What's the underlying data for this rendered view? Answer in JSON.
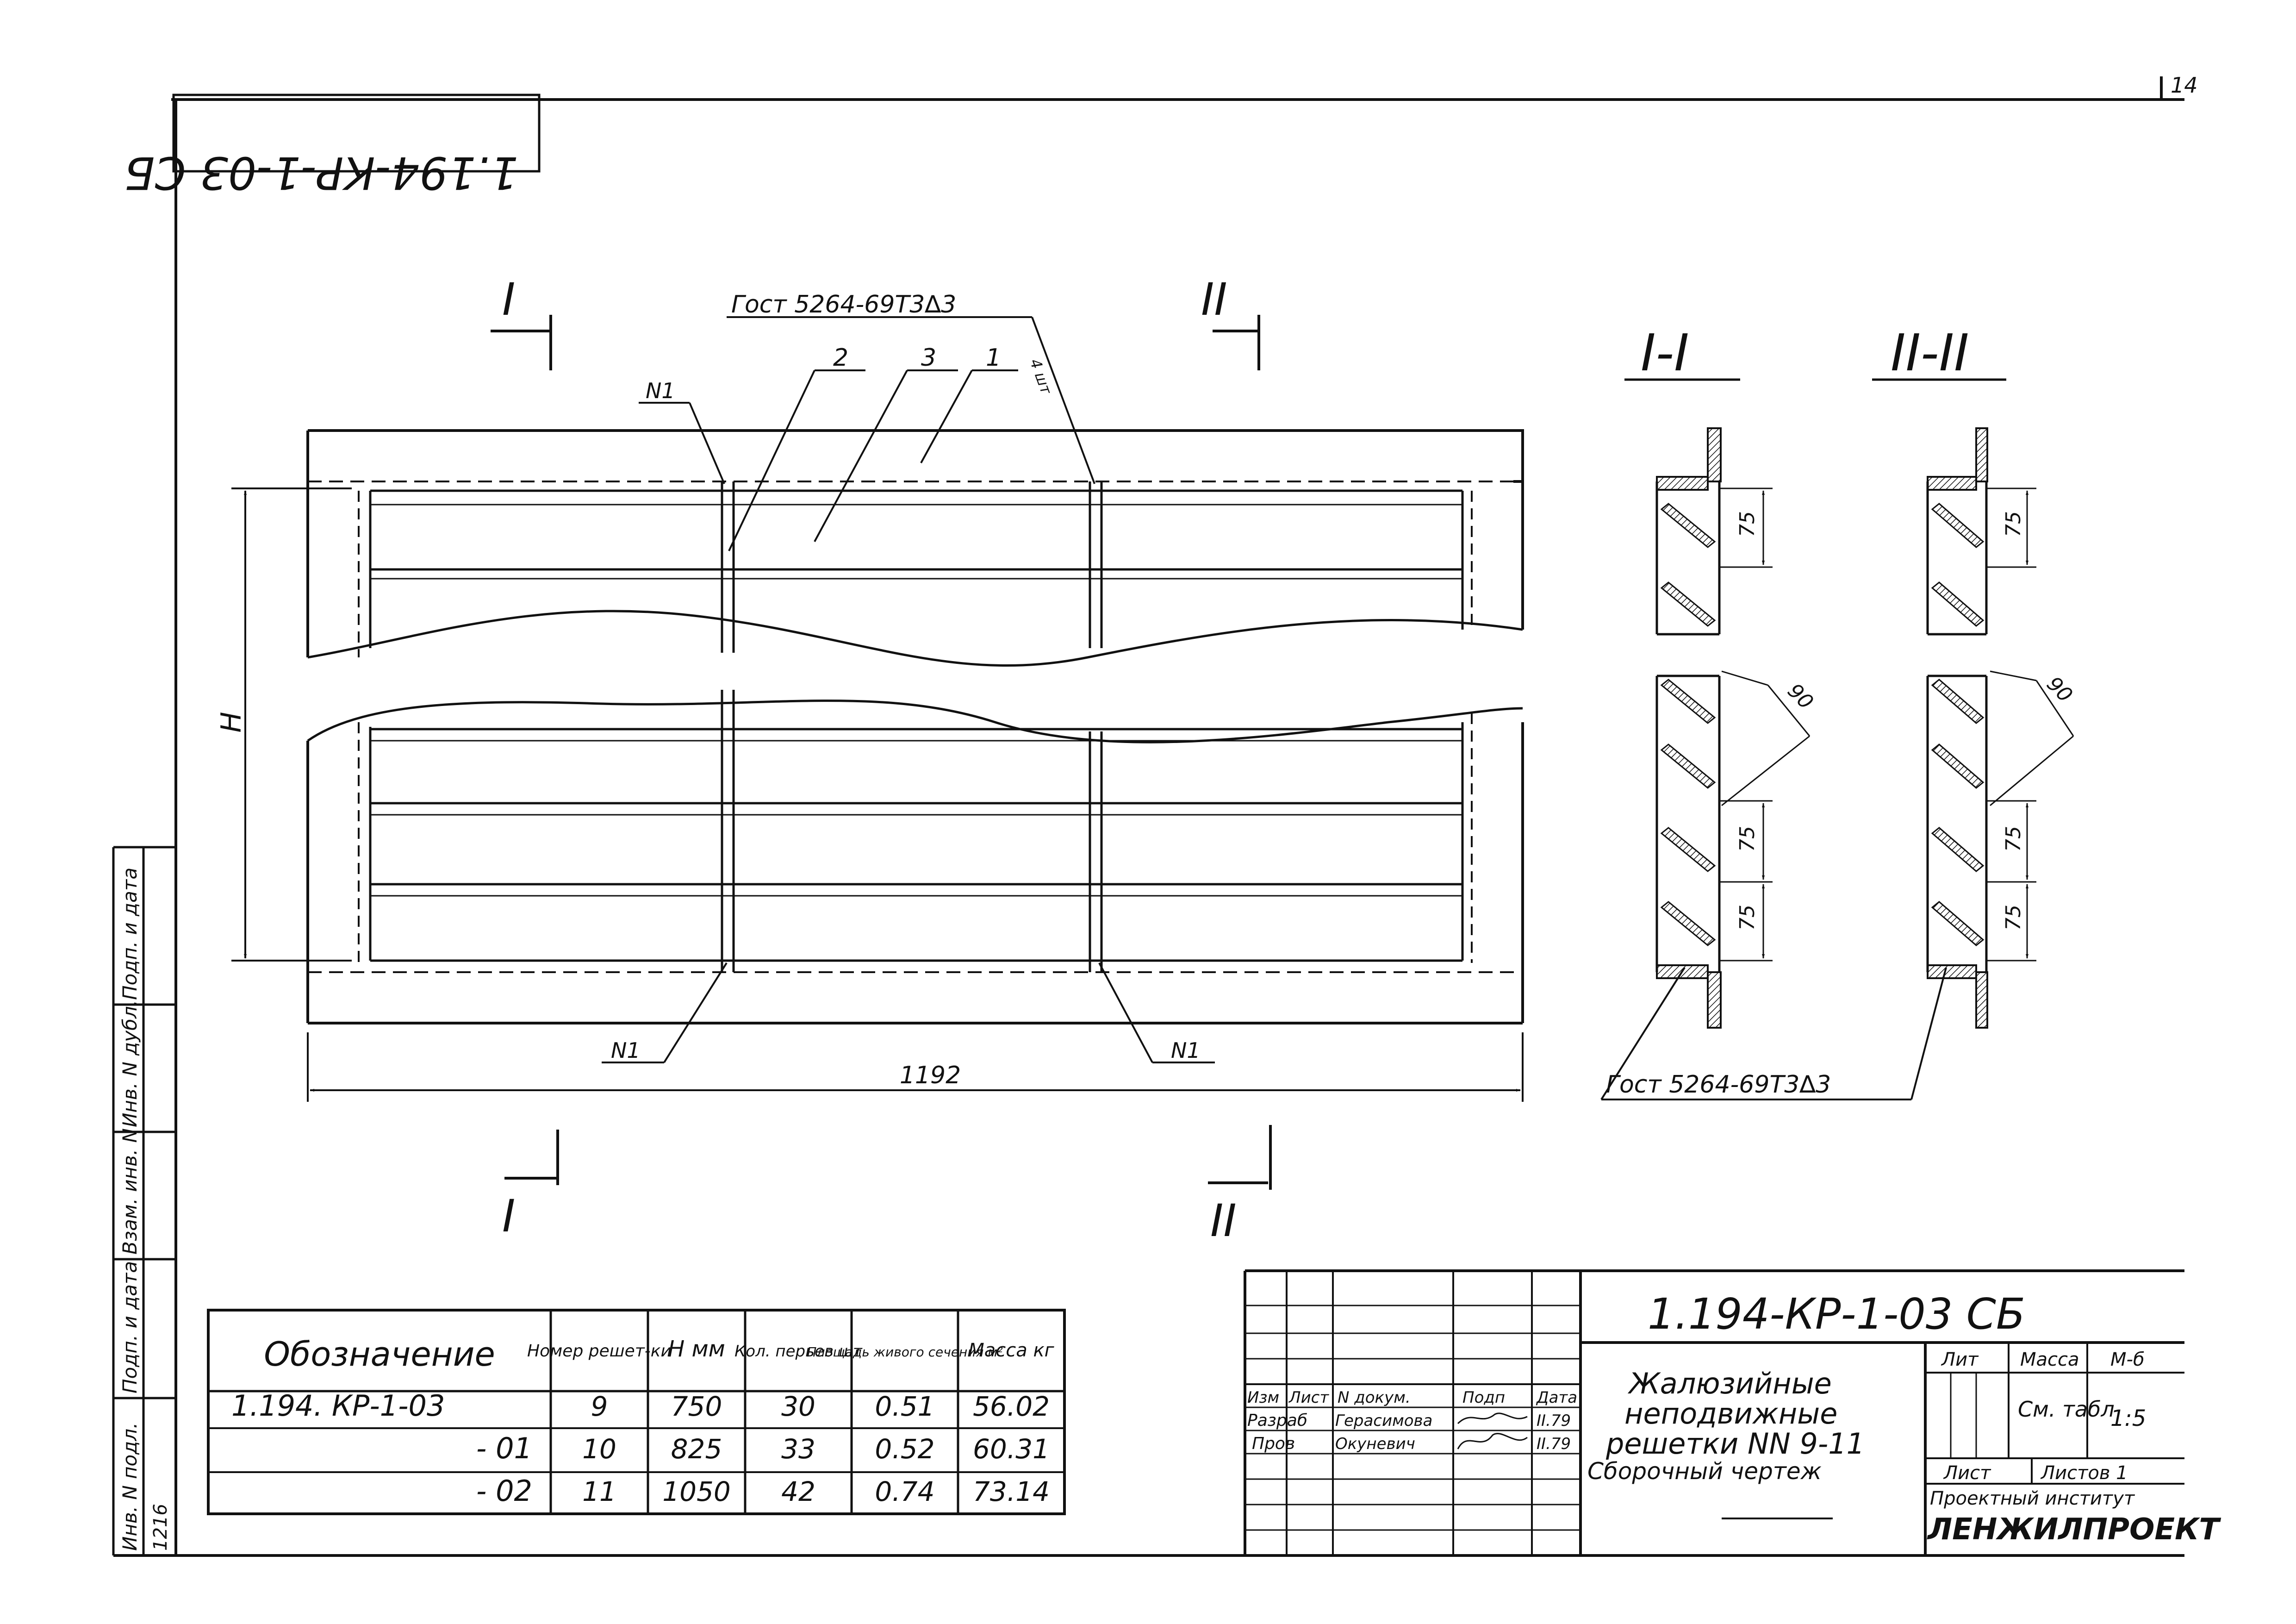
{
  "sheet": {
    "page_number": "14",
    "rotated_code": "1.194-КР-1-03 СБ"
  },
  "drawing": {
    "section_1_mark": "I",
    "section_2_mark": "II",
    "weld_note_top": "Гост 5264-69Т3∆3",
    "weld_note_bottom": "Гост 5264-69Т3∆3",
    "leader_callouts": [
      "2",
      "3",
      "1",
      "4 шт"
    ],
    "n1_label": "N1",
    "dim_h": "H",
    "dim_width": "1192",
    "section_1_title": "I-I",
    "section_2_title": "II-II",
    "section_dims": [
      "75",
      "90",
      "75",
      "75"
    ]
  },
  "side_stamp": {
    "boxes": [
      "Подп. и дата",
      "Инв. N дубл.",
      "Взам. инв. N",
      "Подп. и дата",
      "Инв. N подл."
    ],
    "handwritten": "1216"
  },
  "spec_table": {
    "headers": [
      "Обозначение",
      "Номер решет-ки",
      "H мм",
      "Кол. перьев шт",
      "Площадь живого сечения м²",
      "Масса кг"
    ],
    "rows": [
      [
        "1.194. КР-1-03",
        "9",
        "750",
        "30",
        "0.51",
        "56.02"
      ],
      [
        "- 01",
        "10",
        "825",
        "33",
        "0.52",
        "60.31"
      ],
      [
        "- 02",
        "11",
        "1050",
        "42",
        "0.74",
        "73.14"
      ]
    ]
  },
  "title_block": {
    "code": "1.194-КР-1-03 СБ",
    "col_headers": [
      "Изм",
      "Лист",
      "N докум.",
      "Подп",
      "Дата"
    ],
    "staff": [
      {
        "role": "Разраб",
        "name": "Герасимова",
        "date": "II.79"
      },
      {
        "role": "Пров",
        "name": "Окуневич",
        "date": "II.79"
      }
    ],
    "title_lines": [
      "Жалюзийные",
      "неподвижные",
      "решетки NN 9-11",
      "Сборочный чертеж"
    ],
    "lit_label": "Лит",
    "mass_label": "Масса",
    "scale_label": "М-б",
    "mass_value": "См. табл",
    "scale_value": "1:5",
    "sheet_label": "Лист",
    "sheets_label": "Листов 1",
    "org_line1": "Проектный институт",
    "org_line2": "ЛЕНЖИЛПРОЕКТ"
  }
}
